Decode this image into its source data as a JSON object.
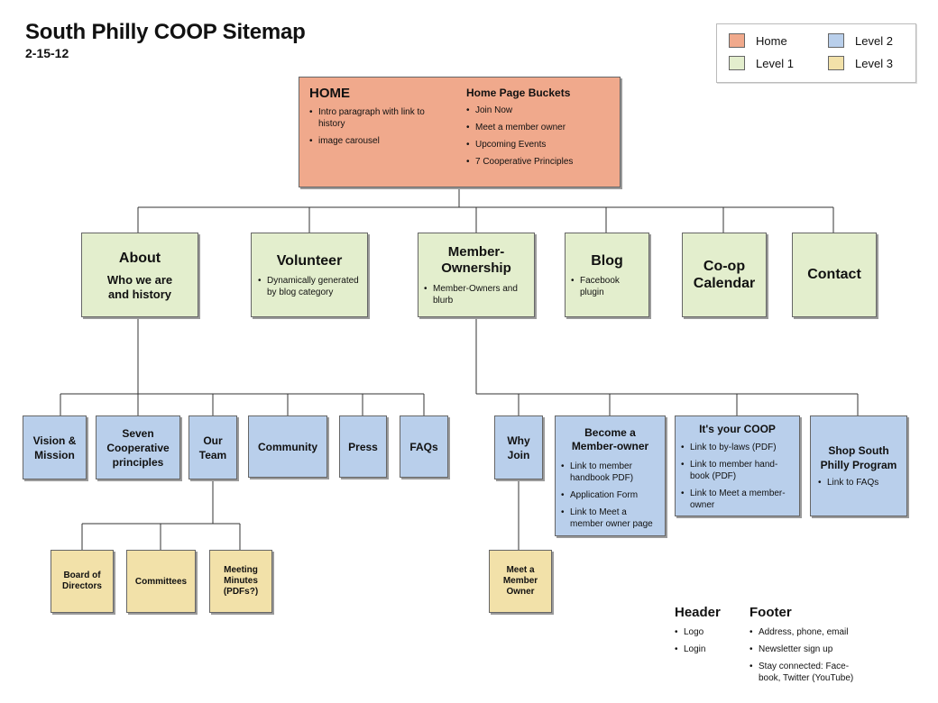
{
  "title": "South Philly COOP Sitemap",
  "date": "2-15-12",
  "colors": {
    "home": "#f0a98c",
    "level1": "#e3eecd",
    "level2": "#b9cfeb",
    "level3": "#f2e1a9"
  },
  "legend": {
    "home": "Home",
    "level1": "Level 1",
    "level2": "Level 2",
    "level3": "Level 3"
  },
  "home": {
    "title": "HOME",
    "bullets": [
      "Intro paragraph with link to history",
      "image carousel"
    ],
    "buckets_title": "Home Page Buckets",
    "buckets": [
      "Join Now",
      "Meet a member owner",
      "Upcoming Events",
      "7 Cooperative Principles"
    ]
  },
  "level1": {
    "about": {
      "title": "About",
      "subtitle": "Who we are and history"
    },
    "volunteer": {
      "title": "Volunteer",
      "bullets": [
        "Dynamically generated by blog category"
      ]
    },
    "member_ownership": {
      "title": "Member-Ownership",
      "bullets": [
        "Member-Owners and blurb"
      ]
    },
    "blog": {
      "title": "Blog",
      "bullets": [
        "Facebook plugin"
      ]
    },
    "calendar": {
      "title": "Co-op Calendar"
    },
    "contact": {
      "title": "Contact"
    }
  },
  "level2": {
    "vision": {
      "title": "Vision & Mission"
    },
    "seven": {
      "title": "Seven Cooperative principles"
    },
    "team": {
      "title": "Our Team"
    },
    "community": {
      "title": "Community"
    },
    "press": {
      "title": "Press"
    },
    "faqs": {
      "title": "FAQs"
    },
    "why_join": {
      "title": "Why Join"
    },
    "become": {
      "title": "Become a Member-owner",
      "bullets": [
        "Link to member handbook PDF)",
        "Application Form",
        "Link to Meet a member owner page"
      ]
    },
    "its_your_coop": {
      "title": "It's your COOP",
      "bullets": [
        "Link to by-laws (PDF)",
        "Link to member hand-book (PDF)",
        "Link to Meet a member-owner"
      ]
    },
    "shop": {
      "title": "Shop South Philly Program",
      "bullets": [
        "Link to FAQs"
      ]
    }
  },
  "level3": {
    "board": {
      "title": "Board of Directors"
    },
    "committees": {
      "title": "Committees"
    },
    "minutes": {
      "title": "Meeting Minutes (PDFs?)"
    },
    "meet_owner": {
      "title": "Meet a Member Owner"
    }
  },
  "header_section": {
    "title": "Header",
    "items": [
      "Logo",
      "Login"
    ]
  },
  "footer_section": {
    "title": "Footer",
    "items": [
      "Address, phone, email",
      "Newsletter sign up",
      "Stay connected: Face-book, Twitter (YouTube)"
    ]
  }
}
